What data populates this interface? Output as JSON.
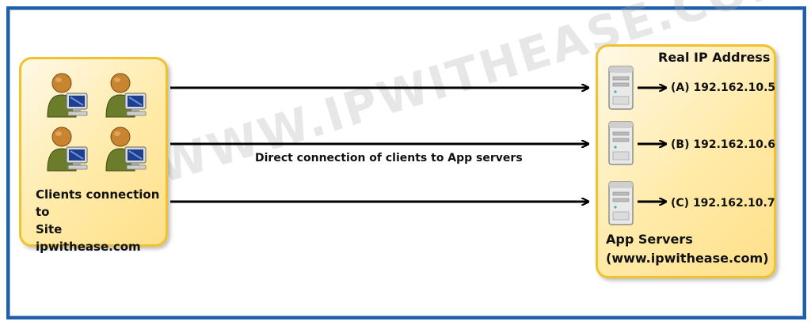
{
  "clients": {
    "label_line1": "Clients connection to",
    "label_line2": "Site ipwithease.com"
  },
  "connection_label": "Direct connection of clients to App servers",
  "servers": {
    "title": "Real IP Address",
    "label_line1": "App Servers",
    "label_line2": "(www.ipwithease.com)",
    "items": [
      {
        "label": "(A) 192.162.10.5"
      },
      {
        "label": "(B) 192.162.10.6"
      },
      {
        "label": "(C) 192.162.10.7"
      }
    ]
  },
  "watermark": "WWW.IPWITHEASE.COM",
  "colors": {
    "frame_border": "#1f5fa8",
    "panel_border": "#f2c12e",
    "panel_fill": "#ffe9a6",
    "user_body": "#6b7d2a",
    "user_head": "#c8842e"
  },
  "icons": [
    "user-computer-icon",
    "server-tower-icon",
    "arrow-right-icon"
  ]
}
